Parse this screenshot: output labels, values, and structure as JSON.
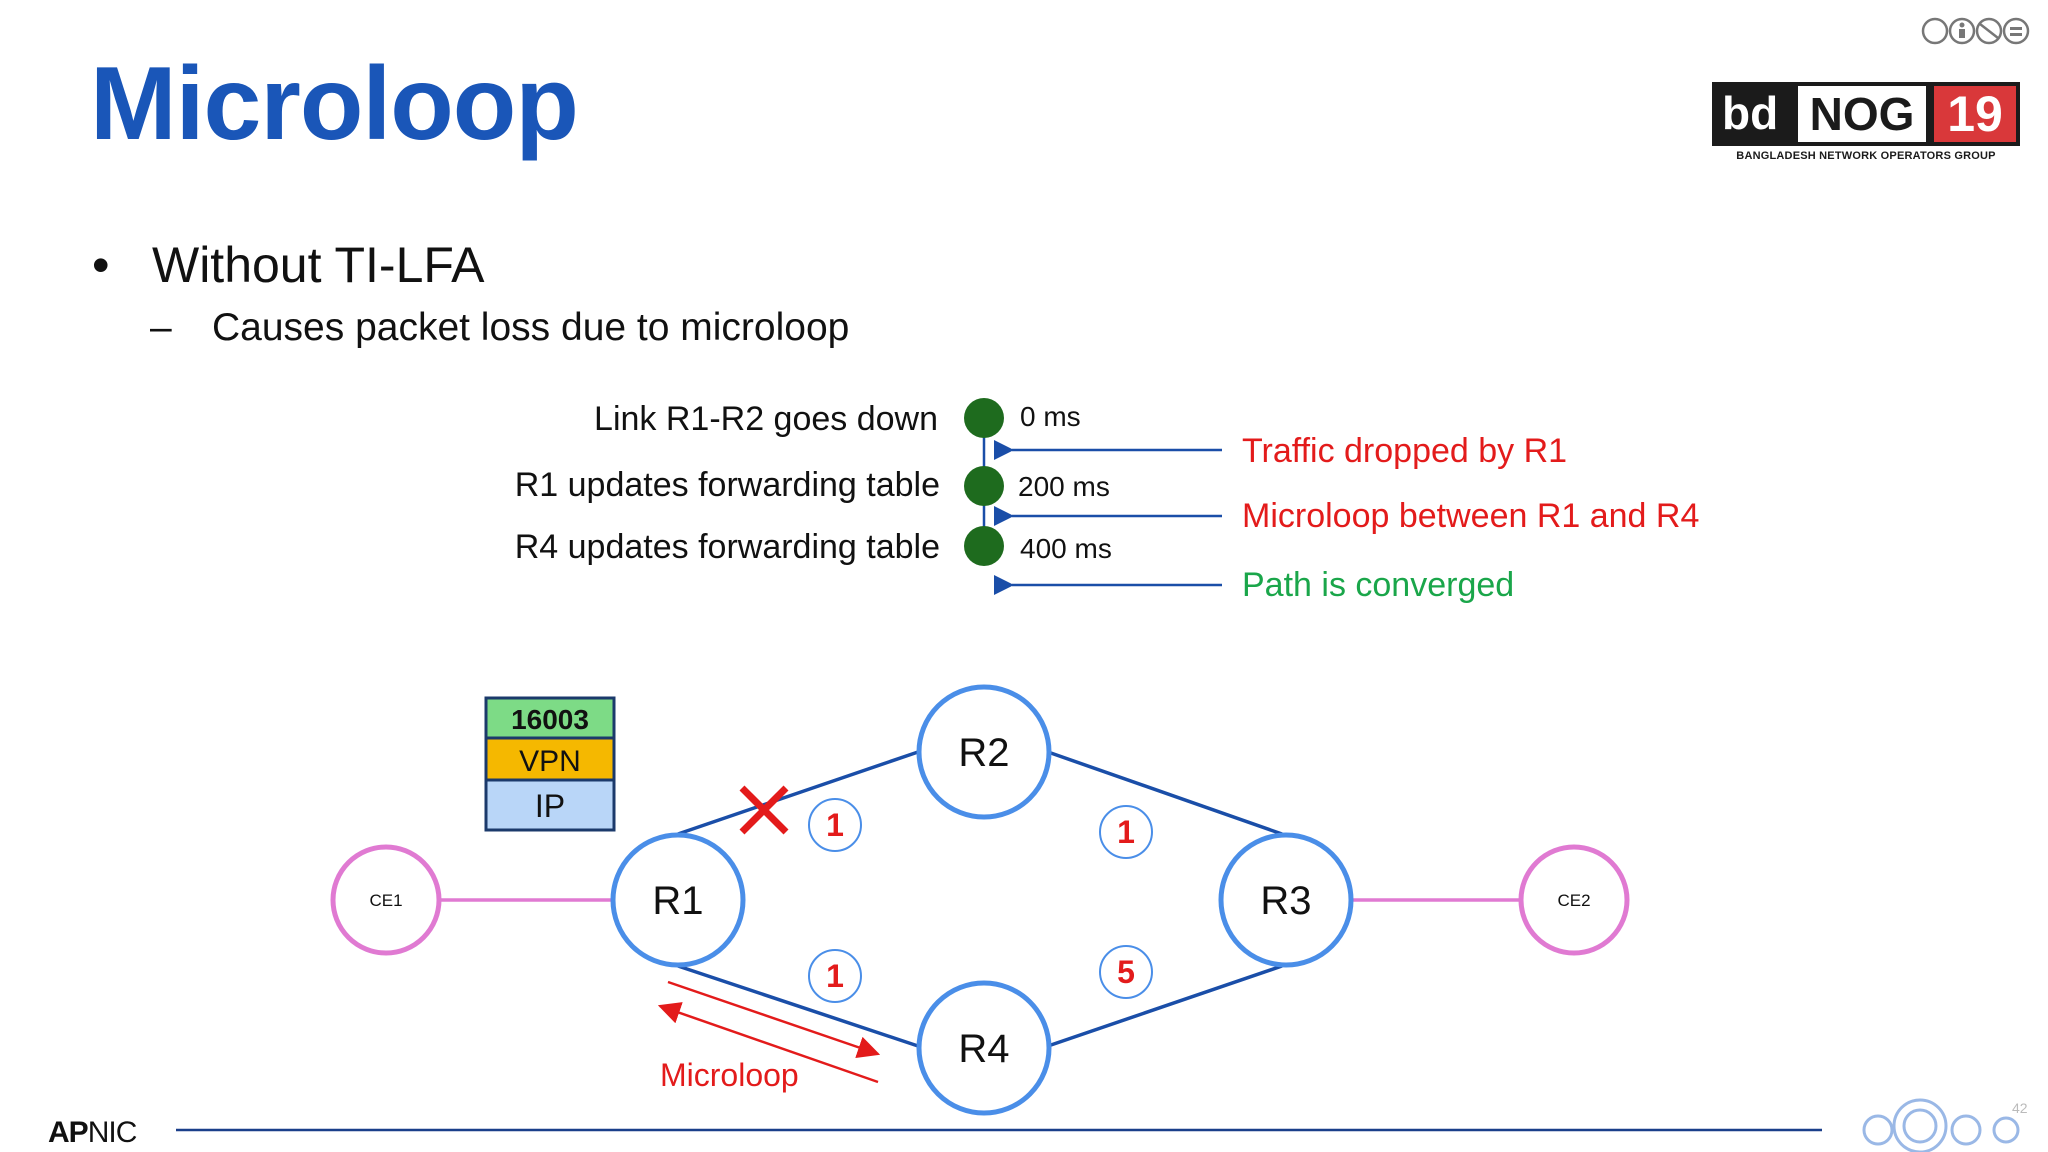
{
  "title": "Microloop",
  "bullets": {
    "level1": "Without TI-LFA",
    "level1_marker": "•",
    "level2": "Causes packet loss due to microloop",
    "level2_marker": "–"
  },
  "logo": {
    "bd": "bd",
    "nog": "NOG",
    "number": "19",
    "subtitle": "BANGLADESH NETWORK OPERATORS GROUP"
  },
  "footer": {
    "apnic_bold": "AP",
    "apnic_rest": "NIC",
    "page_number": "42"
  },
  "timeline": {
    "events": [
      {
        "label": "Link R1-R2 goes down",
        "time": "0 ms"
      },
      {
        "label": "R1 updates forwarding table",
        "time": "200 ms"
      },
      {
        "label": "R4 updates forwarding table",
        "time": "400 ms"
      }
    ],
    "phases": [
      {
        "text": "Traffic dropped by R1",
        "color": "#e31b1b"
      },
      {
        "text": "Microloop between R1 and R4",
        "color": "#e31b1b"
      },
      {
        "text": "Path is converged",
        "color": "#1aa64a"
      }
    ],
    "dot_color": "#1e6b1e",
    "arrow_color": "#1a4ea8"
  },
  "topology": {
    "routers": {
      "r1": "R1",
      "r2": "R2",
      "r3": "R3",
      "r4": "R4"
    },
    "ce": {
      "ce1": "CE1",
      "ce2": "CE2"
    },
    "metrics": {
      "r1_r2": "1",
      "r2_r3": "1",
      "r1_r4": "1",
      "r4_r3": "5"
    },
    "label_stack": [
      "16003",
      "VPN",
      "IP"
    ],
    "microloop_label": "Microloop",
    "link_color": "#1a4ea8",
    "router_color": "#4a8ee8",
    "ce_color": "#e07ad2",
    "failure_color": "#e31b1b"
  }
}
